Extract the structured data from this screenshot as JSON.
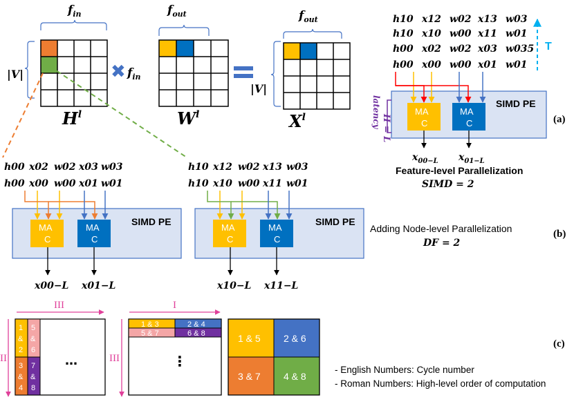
{
  "colors": {
    "orange": "#ed7d31",
    "green": "#70ad47",
    "yellow": "#ffc000",
    "blue": "#0070c0",
    "lightblue": "#dae3f3",
    "pink": "#f4a6a6",
    "purple": "#7030a0",
    "cyan": "#00b0f0",
    "red": "#ff0000",
    "magenta": "#e0409a",
    "navy": "#4472c4"
  },
  "top": {
    "f_in": "f",
    "f_in_sub": "in",
    "f_out": "f",
    "f_out_sub": "out",
    "V": "|V|",
    "H": "H",
    "W": "W",
    "X": "X",
    "sup": "l",
    "multiply_fin": "f",
    "multiply_fin_sub": "in"
  },
  "panel_a": {
    "rows": [
      [
        "h10",
        "x12",
        "w02",
        "x13",
        "w03"
      ],
      [
        "h10",
        "x10",
        "w00",
        "x11",
        "w01"
      ],
      [
        "h00",
        "x02",
        "w02",
        "x03",
        "w035"
      ],
      [
        "h00",
        "x00",
        "w00",
        "x01",
        "w01"
      ]
    ],
    "T": "T",
    "pe_label": "SIMD PE",
    "mac": "MA",
    "mac2": "C",
    "latency1": "II = L",
    "latency2": "latency",
    "out0": "x",
    "out0_sub": "00−L",
    "out1": "x",
    "out1_sub": "01−L",
    "caption": "Feature-level Parallelization",
    "simd": "SIMD = 2",
    "tag": "(a)"
  },
  "panel_b": {
    "left_rows": [
      [
        "h00",
        "x02",
        "w02",
        "x03",
        "w03"
      ],
      [
        "h00",
        "x00",
        "w00",
        "x01",
        "w01"
      ]
    ],
    "right_rows": [
      [
        "h10",
        "x12",
        "w02",
        "x13",
        "w03"
      ],
      [
        "h10",
        "x10",
        "w00",
        "x11",
        "w01"
      ]
    ],
    "pe_label": "SIMD PE",
    "mac": "MA",
    "mac2": "C",
    "left_out": [
      "x00−L",
      "x01−L"
    ],
    "right_out": [
      "x10−L",
      "x11−L"
    ],
    "caption": "Adding Node-level Parallelization",
    "df": "DF = 2",
    "tag": "(b)"
  },
  "panel_c": {
    "roman_III_top": "III",
    "roman_II_left": "II",
    "roman_I_top": "I",
    "roman_III_left": "III",
    "col1_top": [
      "1",
      "&",
      "2"
    ],
    "col1_bot": [
      "3",
      "&",
      "4"
    ],
    "col2_top": [
      "5",
      "&",
      "6"
    ],
    "col2_bot": [
      "7",
      "&",
      "8"
    ],
    "ellipsis_h": "…",
    "ellipsis_v": "⋮",
    "row_cells": [
      "1 & 3",
      "2 & 4",
      "5 & 7",
      "6 & 8"
    ],
    "big_cells": [
      "1 & 5",
      "2 & 6",
      "3 & 7",
      "4 & 8"
    ],
    "legend1": "- English Numbers: Cycle number",
    "legend2": "- Roman Numbers: High-level order of computation",
    "tag": "(c)"
  }
}
